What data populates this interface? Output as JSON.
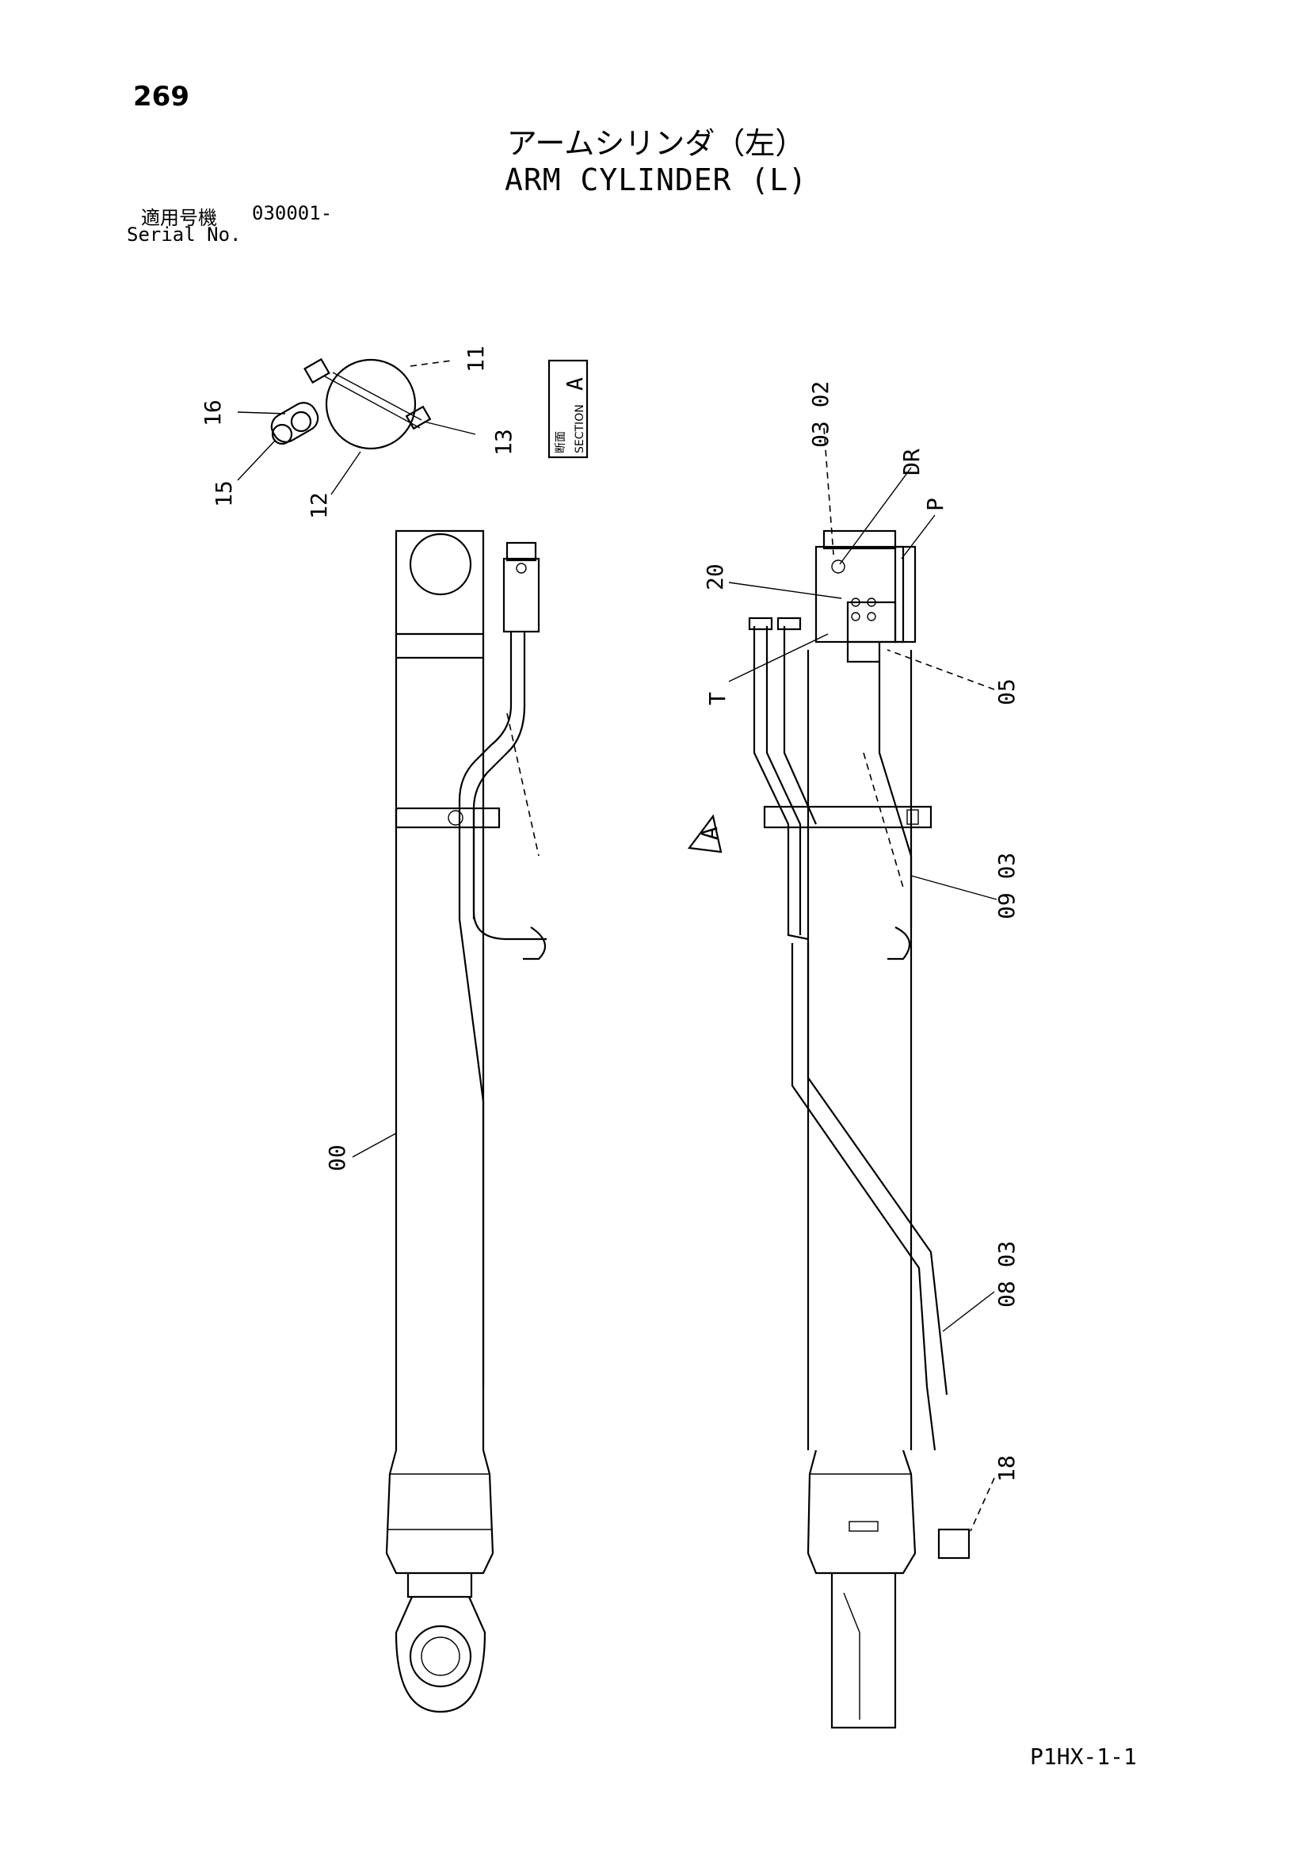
{
  "header": {
    "page_number": "269",
    "title_jp": "アームシリンダ（左）",
    "title_en": "ARM CYLINDER (L)",
    "serial_label_jp": "適用号機",
    "serial_value": "030001-",
    "serial_label_en": "Serial No."
  },
  "section_box": {
    "letter": "A",
    "label_jp": "断面",
    "label_en": "SECTION"
  },
  "callouts": {
    "c11": "11",
    "c13": "13",
    "c16": "16",
    "c15": "15",
    "c12": "12",
    "c03_02": "03 02",
    "dr": "DR",
    "p": "P",
    "c20": "20",
    "t": "T",
    "c05": "05",
    "view_a": "A",
    "c09_03": "09 03",
    "c00": "00",
    "c08_03": "08 03",
    "c18": "18"
  },
  "footer": {
    "doc_code": "P1HX-1-1"
  }
}
